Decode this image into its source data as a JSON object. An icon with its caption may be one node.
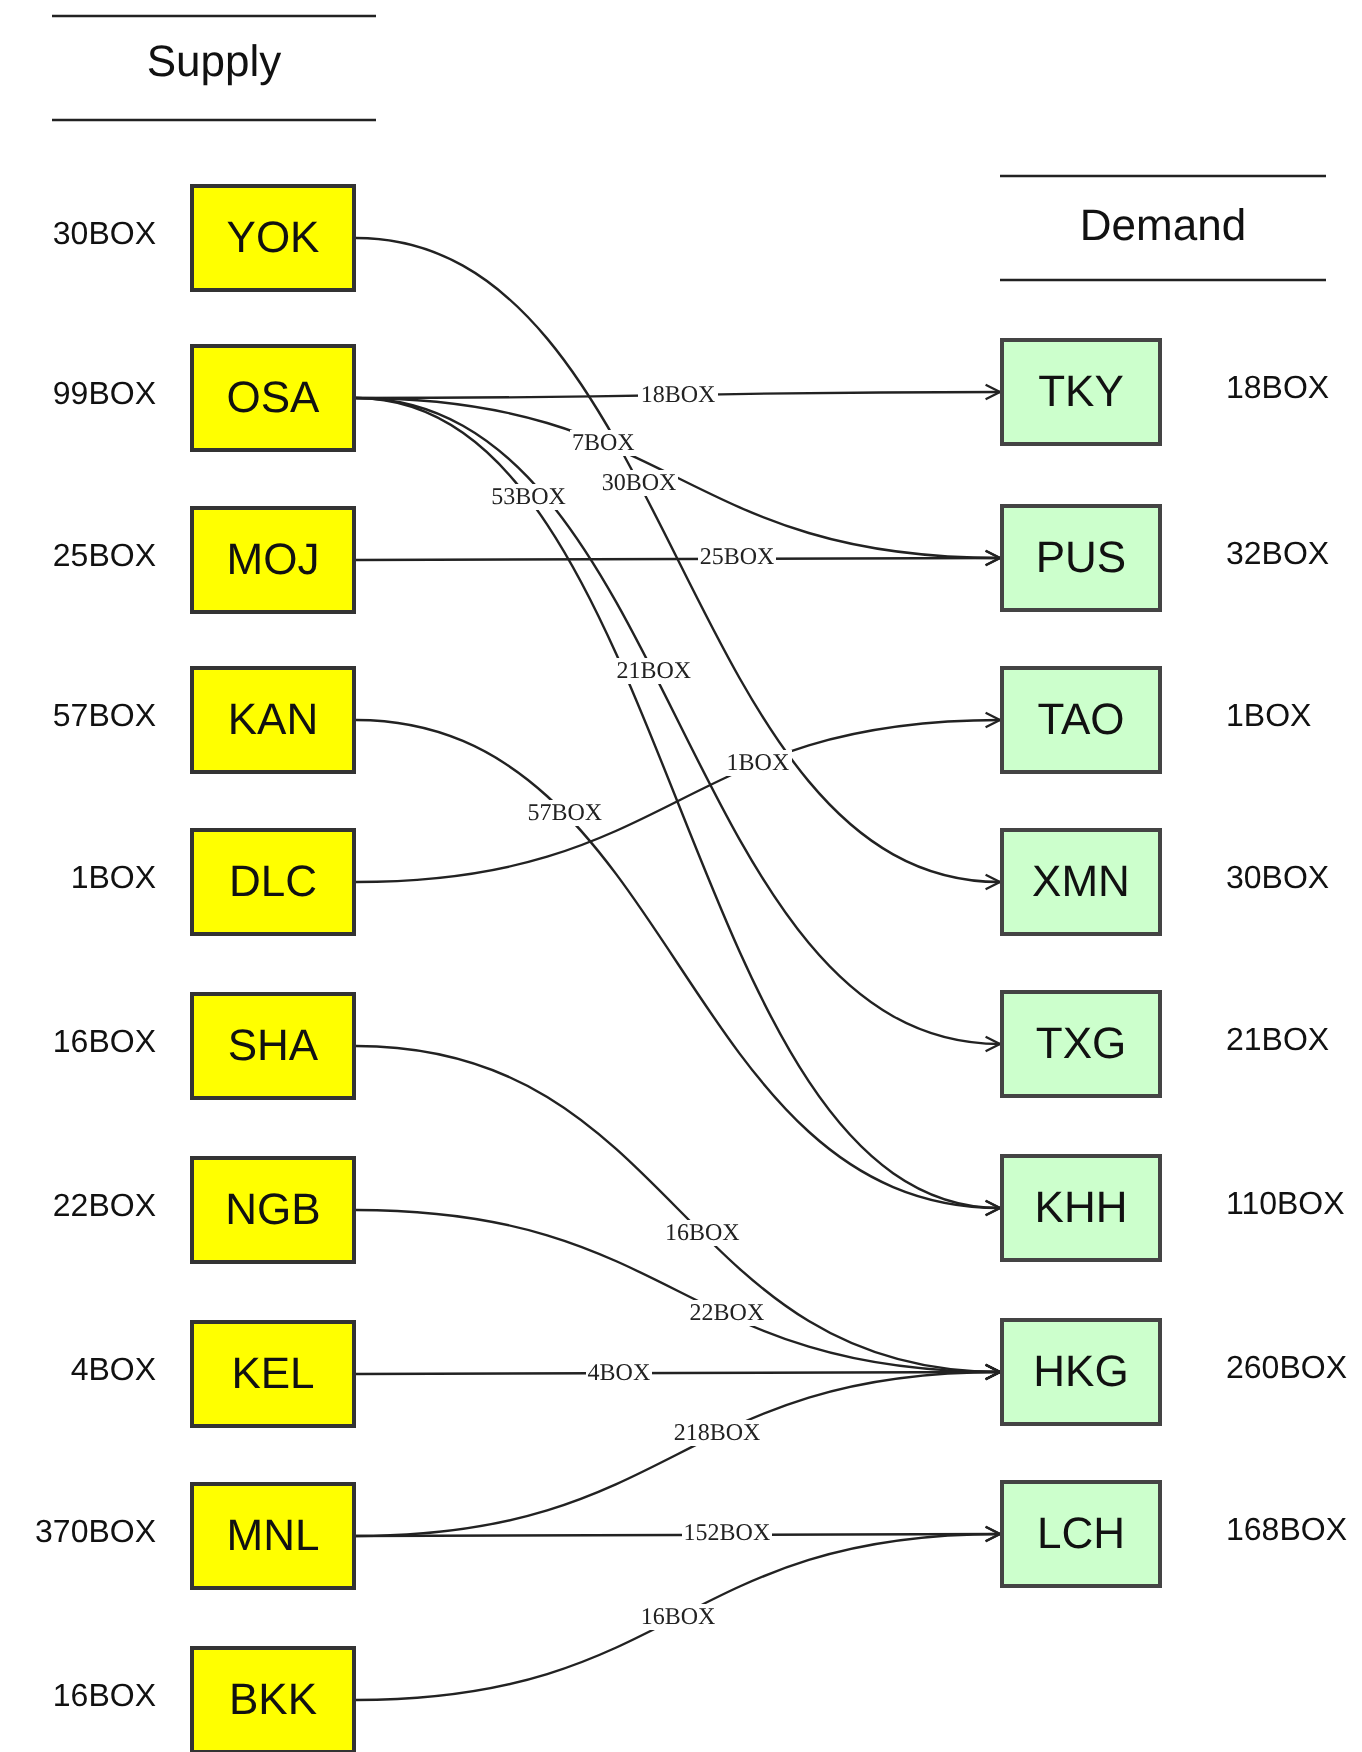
{
  "diagram": {
    "nodes": [
      {
        "text": [
          "YOK"
        ],
        "beside": [
          "30BOX"
        ]
      },
      {
        "text": [
          "OSA"
        ],
        "beside": [
          "99BOX"
        ]
      },
      {
        "text": [
          "MOJ"
        ],
        "beside": [
          "25BOX"
        ]
      },
      {
        "text": [
          "KAN"
        ],
        "beside": [
          "57BOX"
        ]
      },
      {
        "text": [
          "DLC"
        ],
        "beside": [
          "1BOX"
        ]
      },
      {
        "text": [
          "SHA"
        ],
        "beside": [
          "16BOX"
        ]
      },
      {
        "text": [
          "NGB"
        ],
        "beside": [
          "22BOX"
        ]
      },
      {
        "text": [
          "KEL"
        ],
        "beside": [
          "4BOX"
        ]
      },
      {
        "text": [
          "MNL"
        ],
        "beside": [
          "370BOX"
        ]
      },
      {
        "text": [
          "BKK"
        ],
        "beside": [
          "16BOX"
        ]
      },
      {
        "text": [
          "TKY"
        ],
        "beside": [
          "18BOX"
        ]
      },
      {
        "text": [
          "PUS"
        ],
        "beside": [
          "32BOX"
        ]
      },
      {
        "text": [
          "TAO"
        ],
        "beside": [
          "1BOX"
        ]
      },
      {
        "text": [
          "XMN"
        ],
        "beside": [
          "30BOX"
        ]
      },
      {
        "text": [
          "TXG"
        ],
        "beside": [
          "21BOX"
        ]
      },
      {
        "text": [
          "KHH"
        ],
        "beside": [
          "110BOX"
        ]
      },
      {
        "text": [
          "HKG"
        ],
        "beside": [
          "260BOX"
        ]
      },
      {
        "text": [
          "LCH"
        ],
        "beside": [
          "168BOX"
        ]
      }
    ],
    "edges": [
      {
        "from": 0,
        "to": 13,
        "arrow": "to",
        "label": "30BOX"
      },
      {
        "from": 1,
        "to": 10,
        "arrow": "to",
        "label": "18BOX"
      },
      {
        "from": 1,
        "to": 11,
        "arrow": "to",
        "label": "7BOX"
      },
      {
        "from": 1,
        "to": 14,
        "arrow": "to",
        "label": "21BOX"
      },
      {
        "from": 1,
        "to": 15,
        "arrow": "to",
        "label": "53BOX"
      },
      {
        "from": 2,
        "to": 11,
        "arrow": "to",
        "label": "25BOX"
      },
      {
        "from": 3,
        "to": 15,
        "arrow": "to",
        "label": "57BOX"
      },
      {
        "from": 4,
        "to": 12,
        "arrow": "to",
        "label": "1BOX"
      },
      {
        "from": 5,
        "to": 16,
        "arrow": "to",
        "label": "16BOX"
      },
      {
        "from": 6,
        "to": 16,
        "arrow": "to",
        "label": "22BOX"
      },
      {
        "from": 7,
        "to": 16,
        "arrow": "to",
        "label": "4BOX"
      },
      {
        "from": 8,
        "to": 16,
        "arrow": "to",
        "label": "218BOX"
      },
      {
        "from": 8,
        "to": 17,
        "arrow": "to",
        "label": "152BOX"
      },
      {
        "from": 9,
        "to": 17,
        "arrow": "to",
        "label": "16BOX"
      }
    ],
    "labels": [
      "Supply",
      "Demand"
    ]
  }
}
